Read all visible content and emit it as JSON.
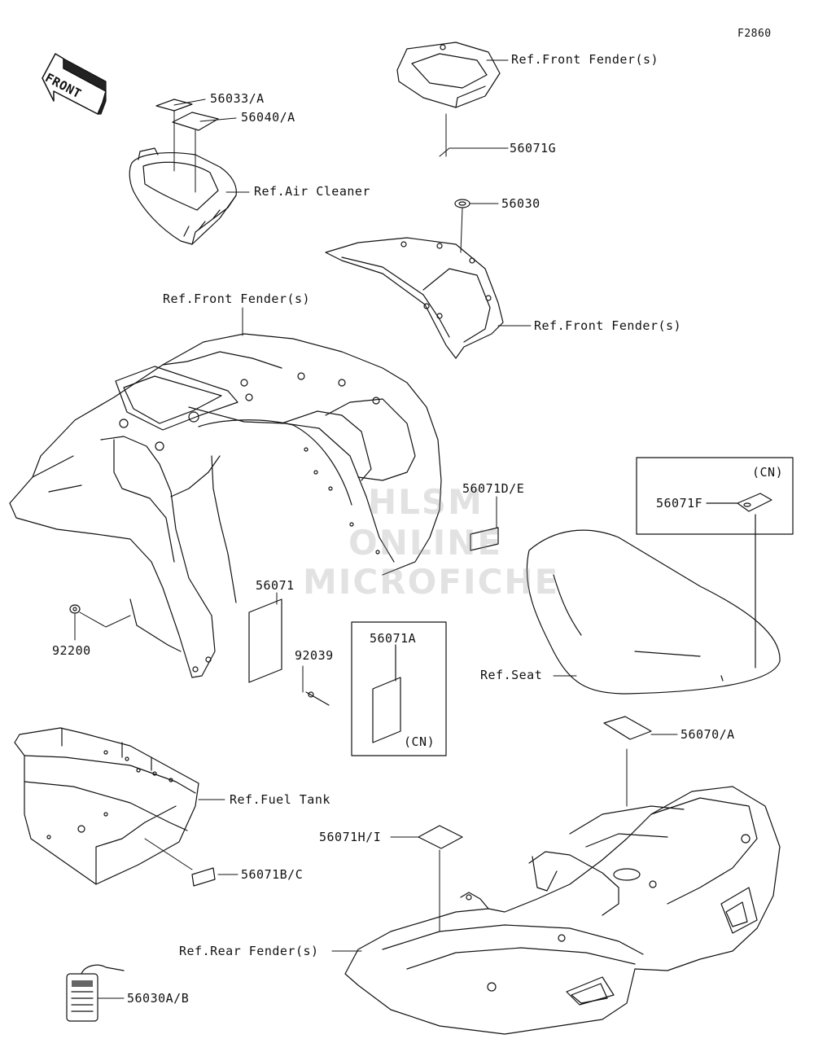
{
  "figure_id": "F2860",
  "front_marker": "FRONT",
  "labels": {
    "l56033": "56033/A",
    "l56040": "56040/A",
    "ref_air_cleaner": "Ref.Air Cleaner",
    "ref_front_fender_top": "Ref.Front Fender(s)",
    "l56071g": "56071G",
    "l56030": "56030",
    "ref_front_fender_mid": "Ref.Front Fender(s)",
    "ref_front_fender_left": "Ref.Front Fender(s)",
    "l56071de": "56071D/E",
    "cn_top": "(CN)",
    "l56071f": "56071F",
    "l56071": "56071",
    "l92039": "92039",
    "l56071a": "56071A",
    "cn_mid": "(CN)",
    "l92200": "92200",
    "ref_seat": "Ref.Seat",
    "l56070": "56070/A",
    "ref_fuel_tank": "Ref.Fuel Tank",
    "l56071hi": "56071H/I",
    "l56071bc": "56071B/C",
    "ref_rear_fender": "Ref.Rear Fender(s)",
    "l56030ab": "56030A/B"
  },
  "watermark": [
    "HLSM",
    "ONLINE",
    "MICROFICHE"
  ]
}
